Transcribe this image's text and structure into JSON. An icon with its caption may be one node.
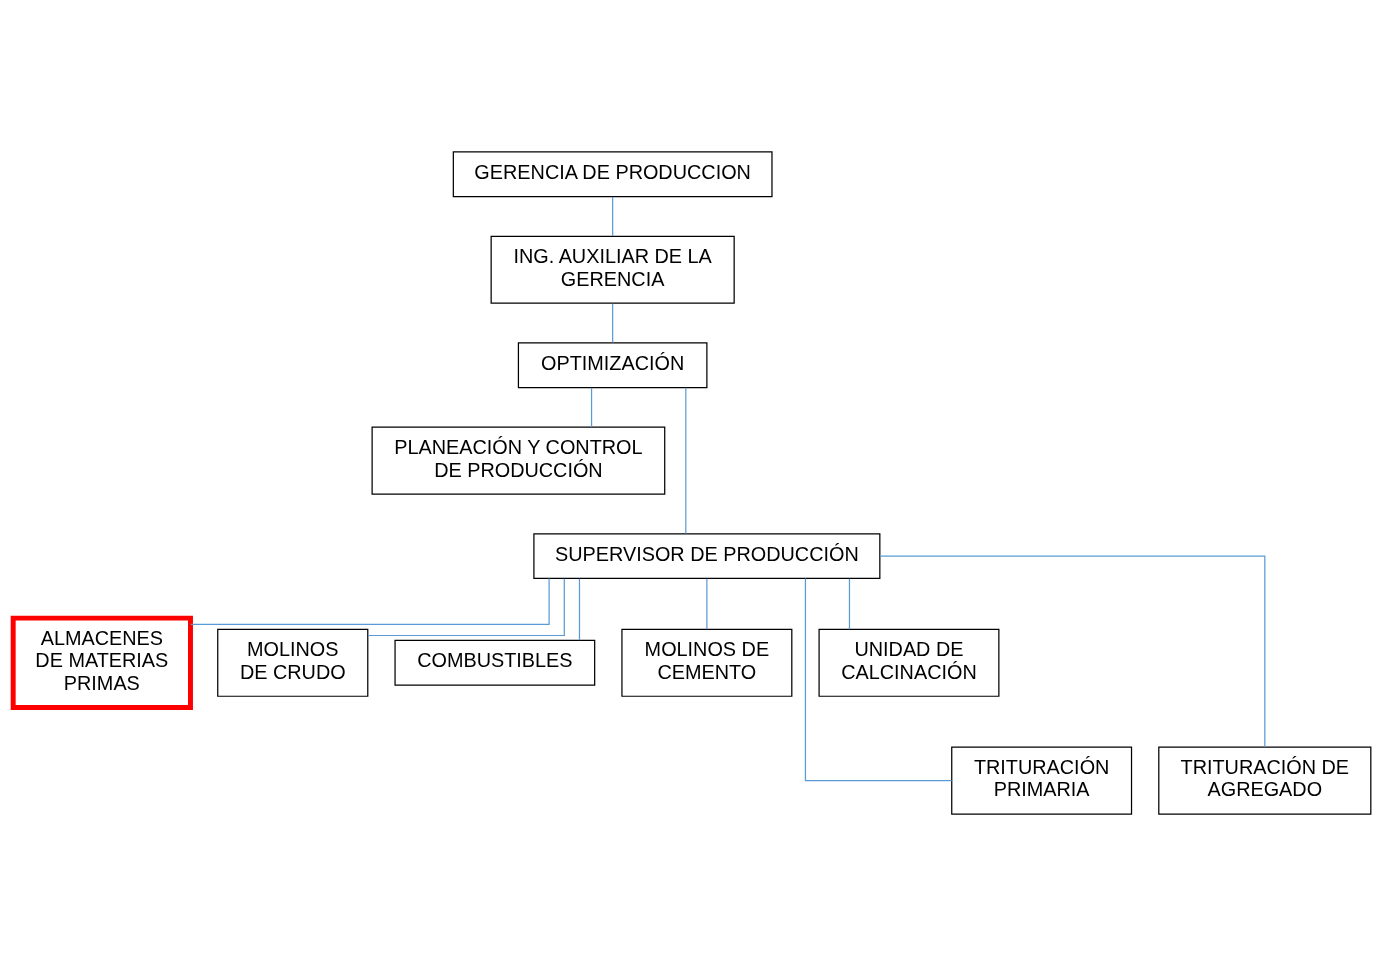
{
  "diagram": {
    "nodes": [
      {
        "text": [
          "GERENCIA DE PRODUCCION"
        ]
      },
      {
        "text": [
          "ING. AUXILIAR DE LA GERENCIA"
        ]
      },
      {
        "text": [
          "OPTIMIZACIÓN"
        ]
      },
      {
        "text": [
          "PLANEACIÓN Y CONTROL DE PRODUCCIÓN"
        ]
      },
      {
        "text": [
          "SUPERVISOR DE PRODUCCIÓN"
        ]
      },
      {
        "text": [
          "ALMACENES DE MATERIAS PRIMAS"
        ]
      },
      {
        "text": [
          "MOLINOS DE CRUDO"
        ]
      },
      {
        "text": [
          "COMBUSTIBLES"
        ]
      },
      {
        "text": [
          "MOLINOS DE CEMENTO"
        ]
      },
      {
        "text": [
          "UNIDAD DE CALCINACIÓN"
        ]
      },
      {
        "text": [
          "TRITURACIÓN PRIMARIA"
        ]
      },
      {
        "text": [
          "TRITURACIÓN DE AGREGADO"
        ]
      }
    ],
    "edges": [
      {
        "from": 0,
        "to": 1,
        "arrow": "none"
      },
      {
        "from": 1,
        "to": 2,
        "arrow": "none"
      },
      {
        "from": 2,
        "to": 3,
        "arrow": "none"
      },
      {
        "from": 2,
        "to": 4,
        "arrow": "none"
      },
      {
        "from": 4,
        "to": 5,
        "arrow": "none"
      },
      {
        "from": 4,
        "to": 10,
        "arrow": "none"
      },
      {
        "from": 4,
        "to": 6,
        "arrow": "none"
      },
      {
        "from": 4,
        "to": 11,
        "arrow": "none"
      },
      {
        "from": 4,
        "to": 7,
        "arrow": "none"
      },
      {
        "from": 4,
        "to": 8,
        "arrow": "none"
      },
      {
        "from": 4,
        "to": 9,
        "arrow": "none"
      }
    ]
  }
}
